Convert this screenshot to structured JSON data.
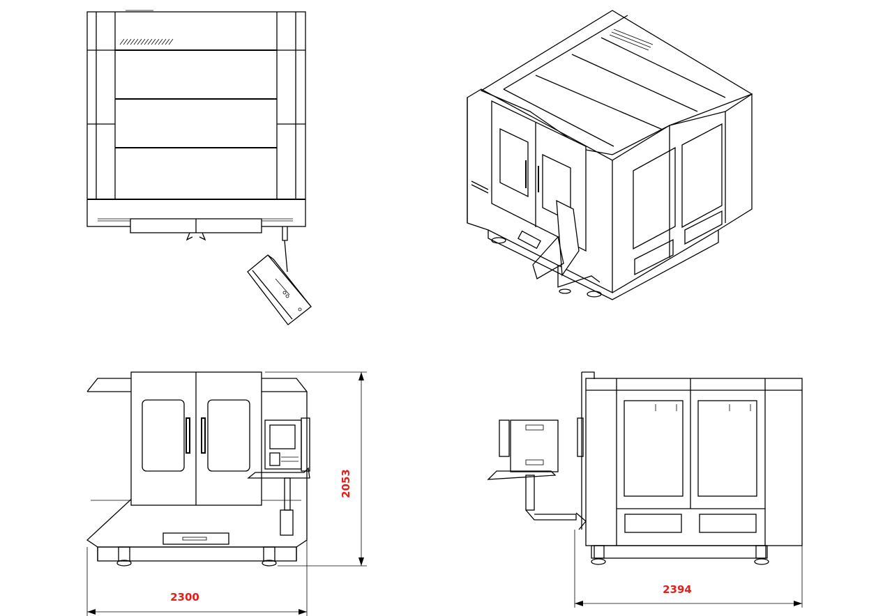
{
  "drawing": {
    "dimension_color": "#e0201b",
    "line_color": "#000000",
    "views": [
      {
        "name": "top-view"
      },
      {
        "name": "isometric-view"
      },
      {
        "name": "front-view",
        "dimensions": {
          "width": "2300",
          "height": "2053"
        }
      },
      {
        "name": "side-view",
        "dimensions": {
          "depth": "2394"
        }
      }
    ]
  }
}
